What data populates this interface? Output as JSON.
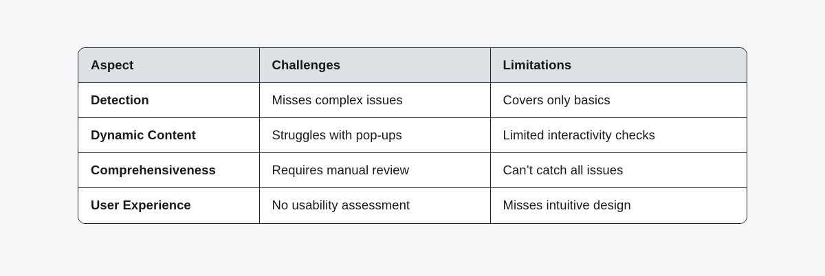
{
  "page": {
    "background_color": "#f5f6f8"
  },
  "table": {
    "name": "comparison-table",
    "header_background": "#dde1e5",
    "border_color": "#1c1f23",
    "text_color": "#16191d",
    "columns": [
      "Aspect",
      "Challenges",
      "Limitations"
    ],
    "rows": [
      {
        "aspect": "Detection",
        "challenges": "Misses complex issues",
        "limitations": "Covers only basics"
      },
      {
        "aspect": "Dynamic Content",
        "challenges": "Struggles with pop-ups",
        "limitations": "Limited interactivity checks"
      },
      {
        "aspect": "Comprehensiveness",
        "challenges": "Requires manual review",
        "limitations": "Can’t catch all issues"
      },
      {
        "aspect": "User Experience",
        "challenges": "No usability assessment",
        "limitations": "Misses intuitive design"
      }
    ]
  }
}
